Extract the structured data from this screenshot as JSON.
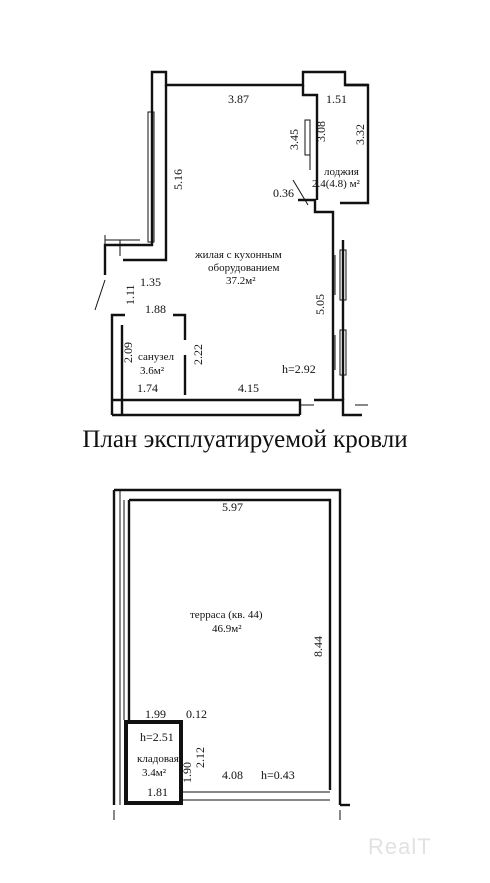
{
  "upper_plan": {
    "dims": {
      "top_width": "3.87",
      "loggia_width": "1.51",
      "left_wall": "5.16",
      "niche_height": "3.45",
      "loggia_inner": "3.08",
      "loggia_outer": "3.32",
      "jog": "0.36",
      "step_width": "1.35",
      "step_height": "1.11",
      "bath_top": "1.88",
      "bath_left": "2.09",
      "bath_right": "2.22",
      "bath_bottom": "1.74",
      "right_wall": "5.05",
      "bottom_width": "4.15"
    },
    "living": {
      "line1": "жилая с кухонным",
      "line2": "оборудованием",
      "area": "37.2м²"
    },
    "loggia": {
      "name": "лоджия",
      "area": "2.4(4.8) м²"
    },
    "bathroom": {
      "name": "санузел",
      "area": "3.6м²"
    },
    "height": "h=2.92"
  },
  "heading": "План эксплуатируемой кровли",
  "lower_plan": {
    "dims": {
      "top_width": "5.97",
      "right_wall": "8.44",
      "storage_top": "1.99",
      "storage_gap": "0.12",
      "storage_right": "2.12",
      "storage_side": "1.90",
      "storage_bottom": "1.81",
      "bottom_width": "4.08"
    },
    "terrace": {
      "name": "терраса (кв. 44)",
      "area": "46.9м²"
    },
    "storage": {
      "height": "h=2.51",
      "name": "кладовая",
      "area": "3.4м²"
    },
    "parapet_height": "h=0.43"
  },
  "watermark": "RealT"
}
